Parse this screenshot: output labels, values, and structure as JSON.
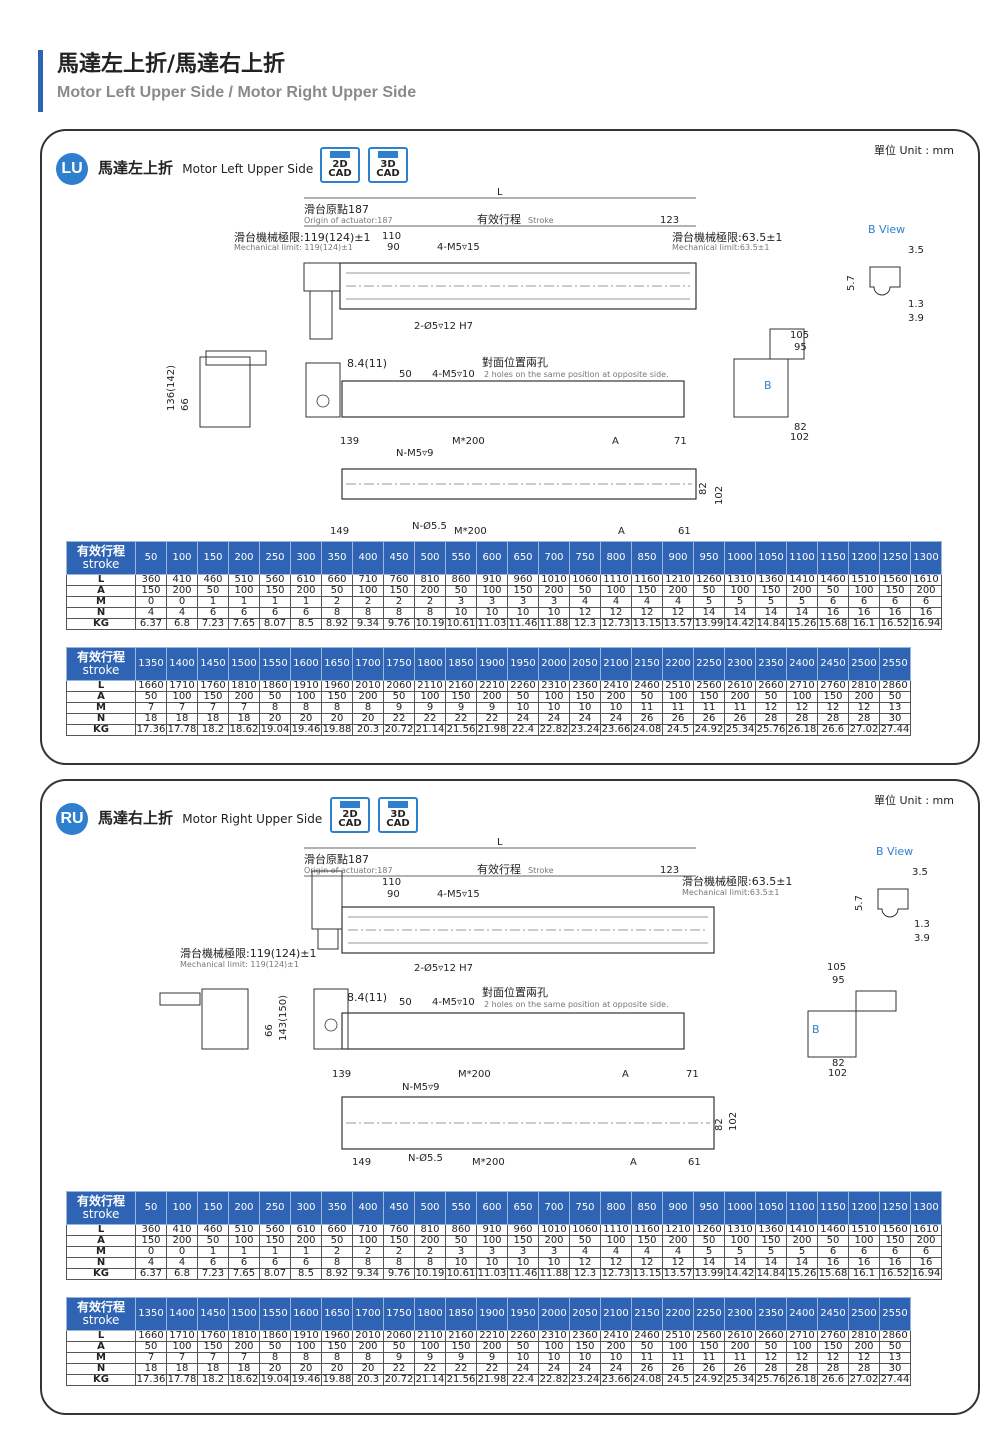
{
  "header": {
    "title_zh": "馬達左上折/馬達右上折",
    "title_en": "Motor Left Upper Side / Motor Right Upper Side"
  },
  "colors": {
    "accent": "#2f63b4",
    "badge": "#2f7fcf"
  },
  "panels": [
    {
      "badge": "LU",
      "title_zh": "馬達左上折",
      "title_en": "Motor Left Upper Side",
      "unit": "單位 Unit : mm",
      "cad": [
        "2D",
        "CAD",
        "3D",
        "CAD"
      ],
      "labels": {
        "L": "L",
        "origin_zh": "滑台原點187",
        "origin_en": "Origin of actuator:187",
        "stroke_zh": "有效行程",
        "stroke_en": "Stroke",
        "d123": "123",
        "mech_left_zh": "滑台機械極限:119(124)±1",
        "mech_left_en": "Mechanical limit: 119(124)±1",
        "mech_right_zh": "滑台機械極限:63.5±1",
        "mech_right_en": "Mechanical limit:63.5±1",
        "d110": "110",
        "d90": "90",
        "m5x15": "4-M5▿15",
        "pin": "2-Ø5▿12 H7",
        "bview": "B View",
        "d35": "3.5",
        "d57": "5.7",
        "d13": "1.3",
        "d39": "3.9",
        "d105": "105",
        "d95": "95",
        "d82": "82",
        "d102": "102",
        "d84": "8.4(11)",
        "d50": "50",
        "m5x10": "4-M5▿10",
        "opp_zh": "對面位置兩孔",
        "opp_en": "2 holes on the same position at opposite side.",
        "d136": "136(142)",
        "d66": "66",
        "b": "B",
        "d139": "139",
        "m200": "M*200",
        "a": "A",
        "d71": "71",
        "nm5": "N-M5▿9",
        "d149": "149",
        "n55": "N-Ø5.5",
        "d61": "61"
      }
    },
    {
      "badge": "RU",
      "title_zh": "馬達右上折",
      "title_en": "Motor Right Upper Side",
      "unit": "單位 Unit : mm",
      "cad": [
        "2D",
        "CAD",
        "3D",
        "CAD"
      ],
      "labels": {
        "L": "L",
        "origin_zh": "滑台原點187",
        "origin_en": "Origin of actuator:187",
        "stroke_zh": "有效行程",
        "stroke_en": "Stroke",
        "d123": "123",
        "mech_left_zh": "滑台機械極限:119(124)±1",
        "mech_left_en": "Mechanical limit: 119(124)±1",
        "mech_right_zh": "滑台機械極限:63.5±1",
        "mech_right_en": "Mechanical limit:63.5±1",
        "d110": "110",
        "d90": "90",
        "m5x15": "4-M5▿15",
        "pin": "2-Ø5▿12 H7",
        "bview": "B View",
        "d35": "3.5",
        "d57": "5.7",
        "d13": "1.3",
        "d39": "3.9",
        "d105": "105",
        "d95": "95",
        "d82": "82",
        "d102": "102",
        "d84": "8.4(11)",
        "d50": "50",
        "m5x10": "4-M5▿10",
        "opp_zh": "對面位置兩孔",
        "opp_en": "2 holes on the same position at opposite side.",
        "d136": "143(150)",
        "d66": "66",
        "b": "B",
        "d139": "139",
        "m200": "M*200",
        "a": "A",
        "d71": "71",
        "nm5": "N-M5▿9",
        "d149": "149",
        "n55": "N-Ø5.5",
        "d61": "61"
      }
    }
  ],
  "tables": {
    "header_zh": "有效行程",
    "header_en": "stroke",
    "rows": [
      "L",
      "A",
      "M",
      "N",
      "KG"
    ],
    "blocks": [
      {
        "strokes": [
          "50",
          "100",
          "150",
          "200",
          "250",
          "300",
          "350",
          "400",
          "450",
          "500",
          "550",
          "600",
          "650",
          "700",
          "750",
          "800",
          "850",
          "900",
          "950",
          "1000",
          "1050",
          "1100",
          "1150",
          "1200",
          "1250",
          "1300"
        ],
        "L": [
          "360",
          "410",
          "460",
          "510",
          "560",
          "610",
          "660",
          "710",
          "760",
          "810",
          "860",
          "910",
          "960",
          "1010",
          "1060",
          "1110",
          "1160",
          "1210",
          "1260",
          "1310",
          "1360",
          "1410",
          "1460",
          "1510",
          "1560",
          "1610"
        ],
        "A": [
          "150",
          "200",
          "50",
          "100",
          "150",
          "200",
          "50",
          "100",
          "150",
          "200",
          "50",
          "100",
          "150",
          "200",
          "50",
          "100",
          "150",
          "200",
          "50",
          "100",
          "150",
          "200",
          "50",
          "100",
          "150",
          "200"
        ],
        "M": [
          "0",
          "0",
          "1",
          "1",
          "1",
          "1",
          "2",
          "2",
          "2",
          "2",
          "3",
          "3",
          "3",
          "3",
          "4",
          "4",
          "4",
          "4",
          "5",
          "5",
          "5",
          "5",
          "6",
          "6",
          "6",
          "6"
        ],
        "N": [
          "4",
          "4",
          "6",
          "6",
          "6",
          "6",
          "8",
          "8",
          "8",
          "8",
          "10",
          "10",
          "10",
          "10",
          "12",
          "12",
          "12",
          "12",
          "14",
          "14",
          "14",
          "14",
          "16",
          "16",
          "16",
          "16"
        ],
        "KG": [
          "6.37",
          "6.8",
          "7.23",
          "7.65",
          "8.07",
          "8.5",
          "8.92",
          "9.34",
          "9.76",
          "10.19",
          "10.61",
          "11.03",
          "11.46",
          "11.88",
          "12.3",
          "12.73",
          "13.15",
          "13.57",
          "13.99",
          "14.42",
          "14.84",
          "15.26",
          "15.68",
          "16.1",
          "16.52",
          "16.94"
        ]
      },
      {
        "strokes": [
          "1350",
          "1400",
          "1450",
          "1500",
          "1550",
          "1600",
          "1650",
          "1700",
          "1750",
          "1800",
          "1850",
          "1900",
          "1950",
          "2000",
          "2050",
          "2100",
          "2150",
          "2200",
          "2250",
          "2300",
          "2350",
          "2400",
          "2450",
          "2500",
          "2550"
        ],
        "L": [
          "1660",
          "1710",
          "1760",
          "1810",
          "1860",
          "1910",
          "1960",
          "2010",
          "2060",
          "2110",
          "2160",
          "2210",
          "2260",
          "2310",
          "2360",
          "2410",
          "2460",
          "2510",
          "2560",
          "2610",
          "2660",
          "2710",
          "2760",
          "2810",
          "2860"
        ],
        "A": [
          "50",
          "100",
          "150",
          "200",
          "50",
          "100",
          "150",
          "200",
          "50",
          "100",
          "150",
          "200",
          "50",
          "100",
          "150",
          "200",
          "50",
          "100",
          "150",
          "200",
          "50",
          "100",
          "150",
          "200",
          "50"
        ],
        "M": [
          "7",
          "7",
          "7",
          "7",
          "8",
          "8",
          "8",
          "8",
          "9",
          "9",
          "9",
          "9",
          "10",
          "10",
          "10",
          "10",
          "11",
          "11",
          "11",
          "11",
          "12",
          "12",
          "12",
          "12",
          "13"
        ],
        "N": [
          "18",
          "18",
          "18",
          "18",
          "20",
          "20",
          "20",
          "20",
          "22",
          "22",
          "22",
          "22",
          "24",
          "24",
          "24",
          "24",
          "26",
          "26",
          "26",
          "26",
          "28",
          "28",
          "28",
          "28",
          "30"
        ],
        "KG": [
          "17.36",
          "17.78",
          "18.2",
          "18.62",
          "19.04",
          "19.46",
          "19.88",
          "20.3",
          "20.72",
          "21.14",
          "21.56",
          "21.98",
          "22.4",
          "22.82",
          "23.24",
          "23.66",
          "24.08",
          "24.5",
          "24.92",
          "25.34",
          "25.76",
          "26.18",
          "26.6",
          "27.02",
          "27.44"
        ]
      }
    ]
  }
}
